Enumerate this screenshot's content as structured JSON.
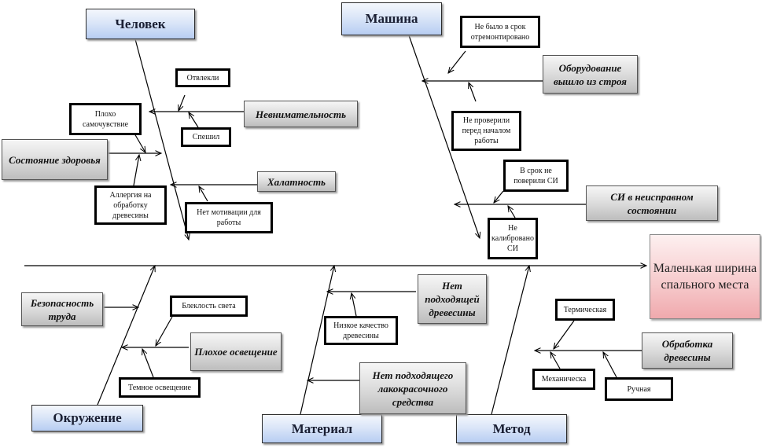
{
  "effect": {
    "label": "Маленькая ширина спального места"
  },
  "categories": {
    "man": {
      "label": "Человек"
    },
    "machine": {
      "label": "Машина"
    },
    "environment": {
      "label": "Окружение"
    },
    "material": {
      "label": "Материал"
    },
    "method": {
      "label": "Метод"
    }
  },
  "causes": {
    "inattention": {
      "label": "Невнимательность",
      "subs": [
        "Отвлекли",
        "Спешил"
      ]
    },
    "negligence": {
      "label": "Халатность",
      "subs": [
        "Нет мотивации для работы"
      ]
    },
    "health": {
      "label": "Состояние здоровья",
      "subs": [
        "Плохо самочувствие",
        "Аллергия на обработку древесины"
      ]
    },
    "equipment_failure": {
      "label": "Оборудование вышло из строя",
      "subs": [
        "Не было в срок отремонтировано",
        "Не проверили перед началом работы"
      ]
    },
    "si_faulty": {
      "label": "СИ  в неисправном состоянии",
      "subs": [
        "В срок не поверили СИ",
        "Не калибровано СИ"
      ]
    },
    "work_safety": {
      "label": "Безопасность труда",
      "subs": []
    },
    "poor_lighting": {
      "label": "Плохое освещение",
      "subs": [
        "Блеклость света",
        "Темное освещение"
      ]
    },
    "no_wood": {
      "label": "Нет подходящей древесины",
      "subs": [
        "Низкое качество древесины"
      ]
    },
    "no_paint": {
      "label": "Нет подходящего лакокрасочного средства",
      "subs": []
    },
    "wood_processing": {
      "label": "Обработка древесины",
      "subs": [
        "Термическая",
        "Механическа",
        "Ручная"
      ]
    }
  },
  "colors": {
    "category_fill": "#c9daf5",
    "cause_fill": "#d4d4d4",
    "effect_fill": "#f4b8bb",
    "line": "#000000"
  }
}
